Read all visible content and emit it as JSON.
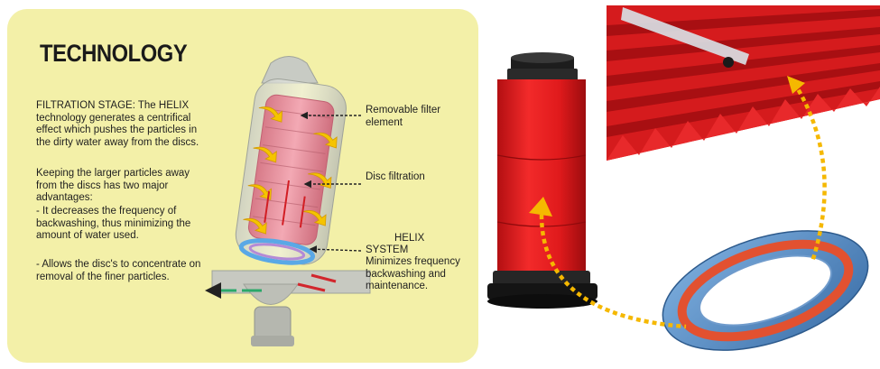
{
  "panel": {
    "title": "TECHNOLOGY",
    "paragraphs": [
      "FILTRATION STAGE: The HELIX technology generates a centrifical effect which pushes the particles in the dirty water away from the discs.",
      "Keeping the larger particles away from the discs has two major advantages:",
      "- It decreases the frequency of backwashing, thus minimizing the amount of water used.",
      "- Allows the disc's to concentrate on removal of the finer particles."
    ]
  },
  "labels": {
    "removable": "Removable filter element",
    "disc": "Disc filtration",
    "helix_title": "HELIX",
    "helix_system": "SYSTEM",
    "helix_desc": "Minimizes frequency backwashing and maintenance."
  },
  "colors": {
    "panel_bg": "#f3f0a8",
    "filter_red": "#e3191c",
    "arrow_yellow": "#f5b800",
    "ring_blue": "#5a8fc8"
  }
}
